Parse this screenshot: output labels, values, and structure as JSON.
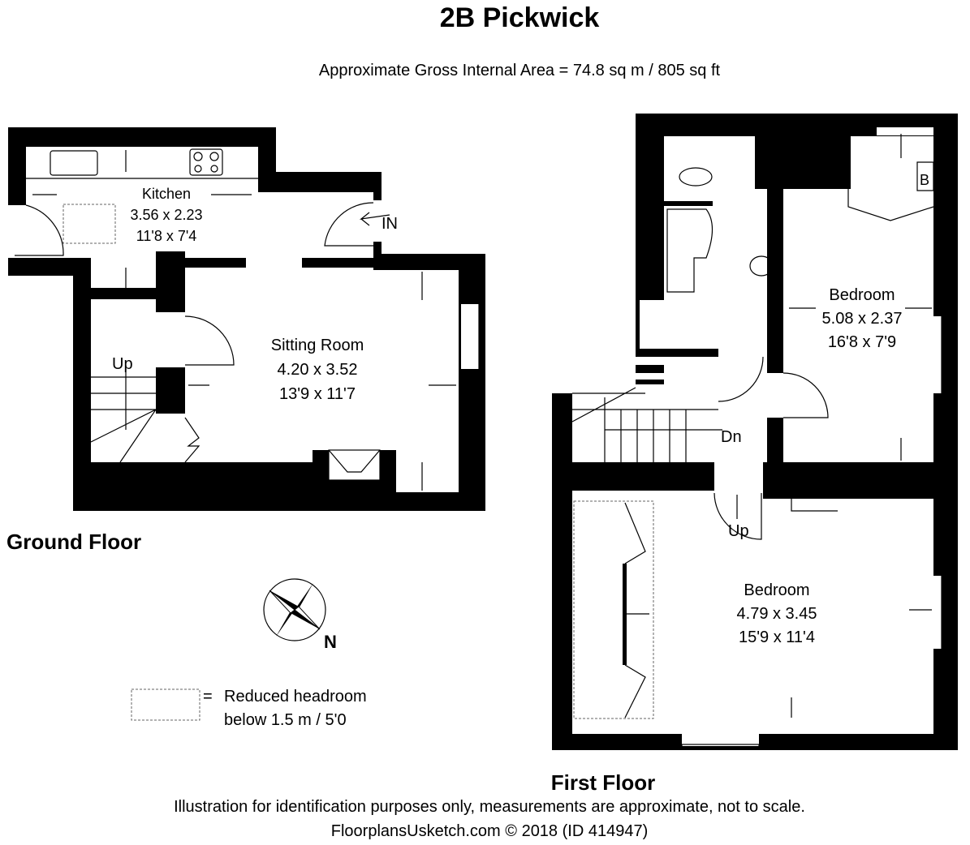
{
  "title": "2B Pickwick",
  "subtitle": "Approximate Gross Internal Area = 74.8 sq m / 805 sq ft",
  "ground_floor": {
    "label": "Ground Floor",
    "entrance": "IN",
    "stairs": "Up",
    "rooms": [
      {
        "name": "Kitchen",
        "metric": "3.56 x 2.23",
        "imperial": "11'8 x 7'4"
      },
      {
        "name": "Sitting Room",
        "metric": "4.20 x 3.52",
        "imperial": "13'9 x 11'7"
      }
    ]
  },
  "first_floor": {
    "label": "First Floor",
    "stairs_down": "Dn",
    "stairs_up": "Up",
    "boiler": "B",
    "rooms": [
      {
        "name": "Bedroom",
        "metric": "5.08 x 2.37",
        "imperial": "16'8 x 7'9"
      },
      {
        "name": "Bedroom",
        "metric": "4.79 x 3.45",
        "imperial": "15'9 x 11'4"
      }
    ]
  },
  "compass": {
    "label": "N"
  },
  "legend": {
    "symbol": "=",
    "line1": "Reduced headroom",
    "line2": "below 1.5 m / 5'0"
  },
  "footer": {
    "disclaimer": "Illustration for identification purposes only, measurements are approximate, not to scale.",
    "credit": "FloorplansUsketch.com © 2018 (ID 414947)"
  }
}
